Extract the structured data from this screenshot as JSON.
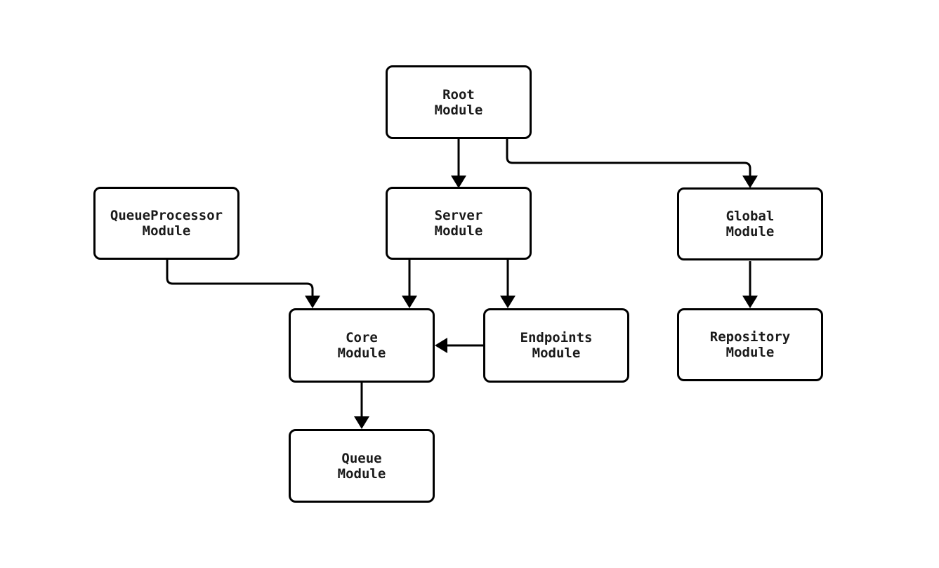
{
  "diagram": {
    "type": "flowchart",
    "direction": "top-down",
    "background_color": "#ffffff",
    "node_fill_color": "#ffffff",
    "node_border_color": "#000000",
    "edge_color": "#000000",
    "text_color": "#1a1a1a"
  },
  "nodes": {
    "root": {
      "line1": "Root",
      "line2": "Module"
    },
    "queueprocessor": {
      "line1": "QueueProcessor",
      "line2": "Module"
    },
    "server": {
      "line1": "Server",
      "line2": "Module"
    },
    "global": {
      "line1": "Global",
      "line2": "Module"
    },
    "core": {
      "line1": "Core",
      "line2": "Module"
    },
    "endpoints": {
      "line1": "Endpoints",
      "line2": "Module"
    },
    "repository": {
      "line1": "Repository",
      "line2": "Module"
    },
    "queue": {
      "line1": "Queue",
      "line2": "Module"
    }
  },
  "edges": [
    {
      "from": "Root Module",
      "to": "Server Module"
    },
    {
      "from": "Root Module",
      "to": "Global Module"
    },
    {
      "from": "QueueProcessor Module",
      "to": "Core Module"
    },
    {
      "from": "Server Module",
      "to": "Core Module"
    },
    {
      "from": "Server Module",
      "to": "Endpoints Module"
    },
    {
      "from": "Endpoints Module",
      "to": "Core Module"
    },
    {
      "from": "Global Module",
      "to": "Repository Module"
    },
    {
      "from": "Core Module",
      "to": "Queue Module"
    }
  ]
}
